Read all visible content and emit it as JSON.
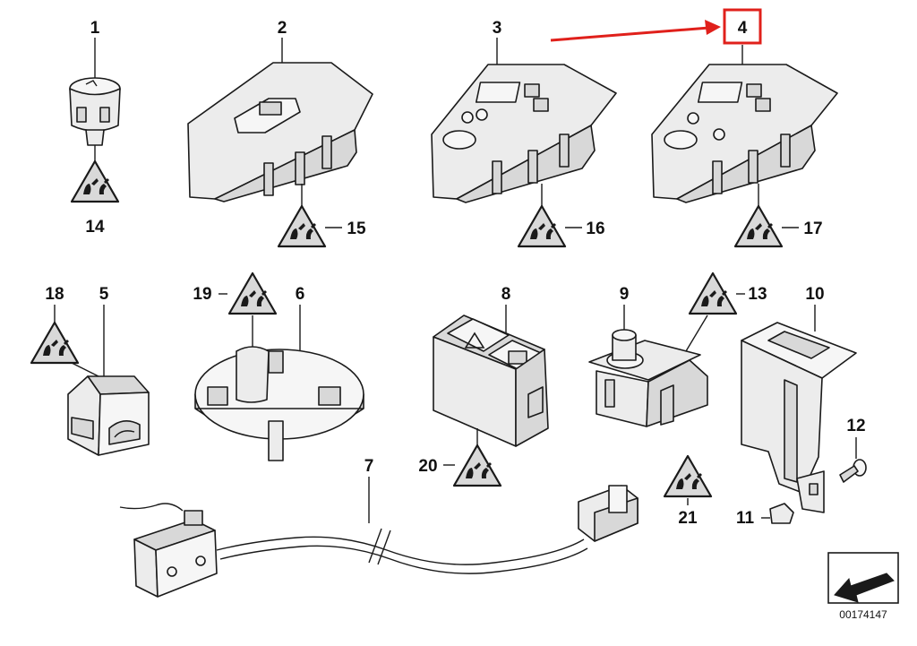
{
  "labels": {
    "p1": "1",
    "p2": "2",
    "p3": "3",
    "p4": "4",
    "p5": "5",
    "p6": "6",
    "p7": "7",
    "p8": "8",
    "p9": "9",
    "p10": "10",
    "p11": "11",
    "p12": "12",
    "p13": "13",
    "p14": "14",
    "p15": "15",
    "p16": "16",
    "p17": "17",
    "p18": "18",
    "p19": "19",
    "p20": "20",
    "p21": "21"
  },
  "reference_number": "00174147",
  "colors": {
    "highlight": "#e0201b",
    "line": "#1a1a1a",
    "part_fill": "#ececec"
  },
  "icons": [
    "warning-triangle-icon",
    "navigation-arrow-icon",
    "hazard-triangle-icon",
    "trunk-release-icon"
  ]
}
